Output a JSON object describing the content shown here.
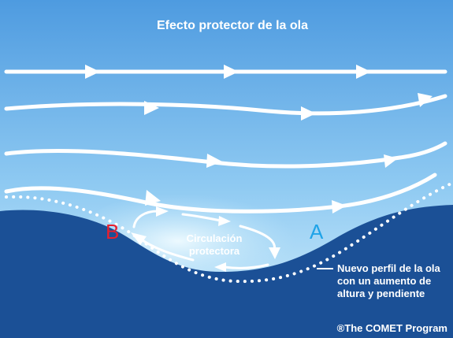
{
  "title": "Efecto protector de la ola",
  "label_b": "B",
  "label_a": "A",
  "circulation": [
    "Circulación",
    "protectora"
  ],
  "new_profile": [
    "Nuevo perfil de la ola",
    "con un aumento de",
    "altura y pendiente"
  ],
  "copyright": "®The COMET Program",
  "colors": {
    "sky_top": "#4e9be0",
    "sky_bottom": "#c8e9fb",
    "wave": "#1b5096",
    "label_b": "#e8202e",
    "label_a": "#1fa3e8"
  }
}
